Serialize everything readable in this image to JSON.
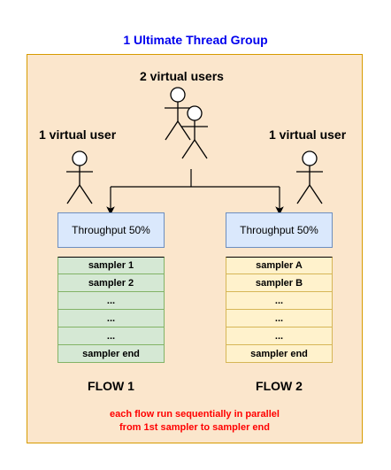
{
  "diagram": {
    "title": "1 Ultimate Thread Group",
    "center_users_label": "2 virtual users",
    "left_user_label": "1 virtual user",
    "right_user_label": "1 virtual user",
    "flow1": {
      "throughput": "Throughput 50%",
      "samplers": [
        "sampler 1",
        "sampler 2",
        "...",
        "...",
        "...",
        "sampler end"
      ],
      "label": "FLOW 1"
    },
    "flow2": {
      "throughput": "Throughput 50%",
      "samplers": [
        "sampler A",
        "sampler B",
        "...",
        "...",
        "...",
        "sampler end"
      ],
      "label": "FLOW 2"
    },
    "note_line1": "each flow run sequentially in parallel",
    "note_line2": "from 1st sampler to sampler end"
  },
  "colors": {
    "title": "#0000ee",
    "container_fill": "#fbe6cc",
    "container_border": "#d79b00",
    "throughput_fill": "#dae8fc",
    "flow1_fill": "#d5e8d4",
    "flow2_fill": "#fff2cc",
    "note": "#ff0000"
  },
  "icons": [
    "stick-figure-icon"
  ]
}
